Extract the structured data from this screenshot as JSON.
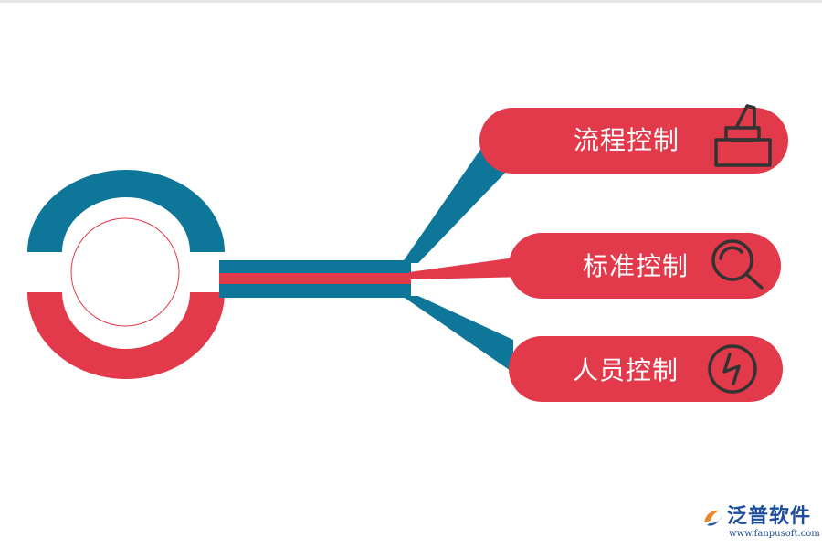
{
  "nodes": [
    {
      "label": "流程控制",
      "icon": "layered-cake-icon"
    },
    {
      "label": "标准控制",
      "icon": "magnifier-icon"
    },
    {
      "label": "人员控制",
      "icon": "lightning-circle-icon"
    }
  ],
  "logo": {
    "name": "泛普软件",
    "url": "www.fanpusoft.com",
    "icon": "fanpu-logo-icon"
  },
  "colors": {
    "blue": "#0e7799",
    "red": "#e23a4a",
    "icon": "#333333",
    "logo": "#1f4e9a"
  }
}
